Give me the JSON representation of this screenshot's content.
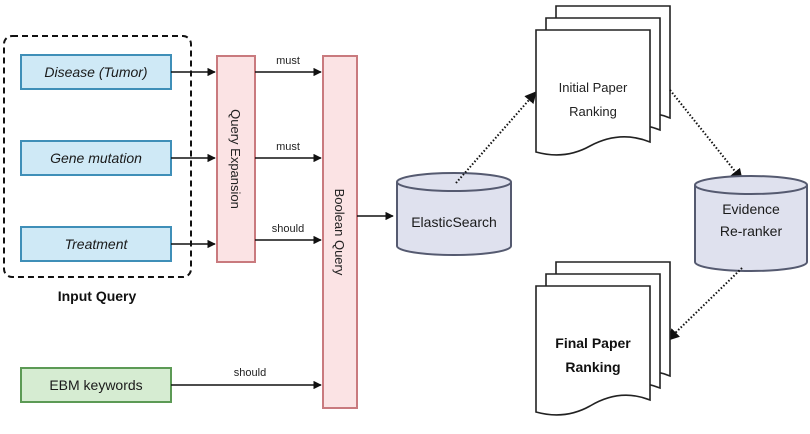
{
  "inputs": {
    "disease": "Disease (Tumor)",
    "gene": "Gene mutation",
    "treatment": "Treatment",
    "ebm": "EBM keywords"
  },
  "input_query_label": "Input Query",
  "query_expansion": "Query Expansion",
  "boolean_query": "Boolean Query",
  "edges": {
    "must_1": "must",
    "must_2": "must",
    "should_1": "should",
    "should_2": "should"
  },
  "elasticsearch": "ElasticSearch",
  "initial_ranking": {
    "line1": "Initial Paper",
    "line2": "Ranking"
  },
  "evidence_reranker": {
    "line1": "Evidence",
    "line2": "Re-ranker"
  },
  "final_ranking": {
    "line1": "Final Paper",
    "line2": "Ranking"
  },
  "colors": {
    "input_fill": "#cfe9f6",
    "input_stroke": "#3f8fb8",
    "pink_fill": "#fbe3e4",
    "pink_stroke": "#c97a7e",
    "green_fill": "#d6ecd2",
    "green_stroke": "#5c9a55",
    "db_fill": "#dfe1ee",
    "db_stroke": "#555a70"
  }
}
